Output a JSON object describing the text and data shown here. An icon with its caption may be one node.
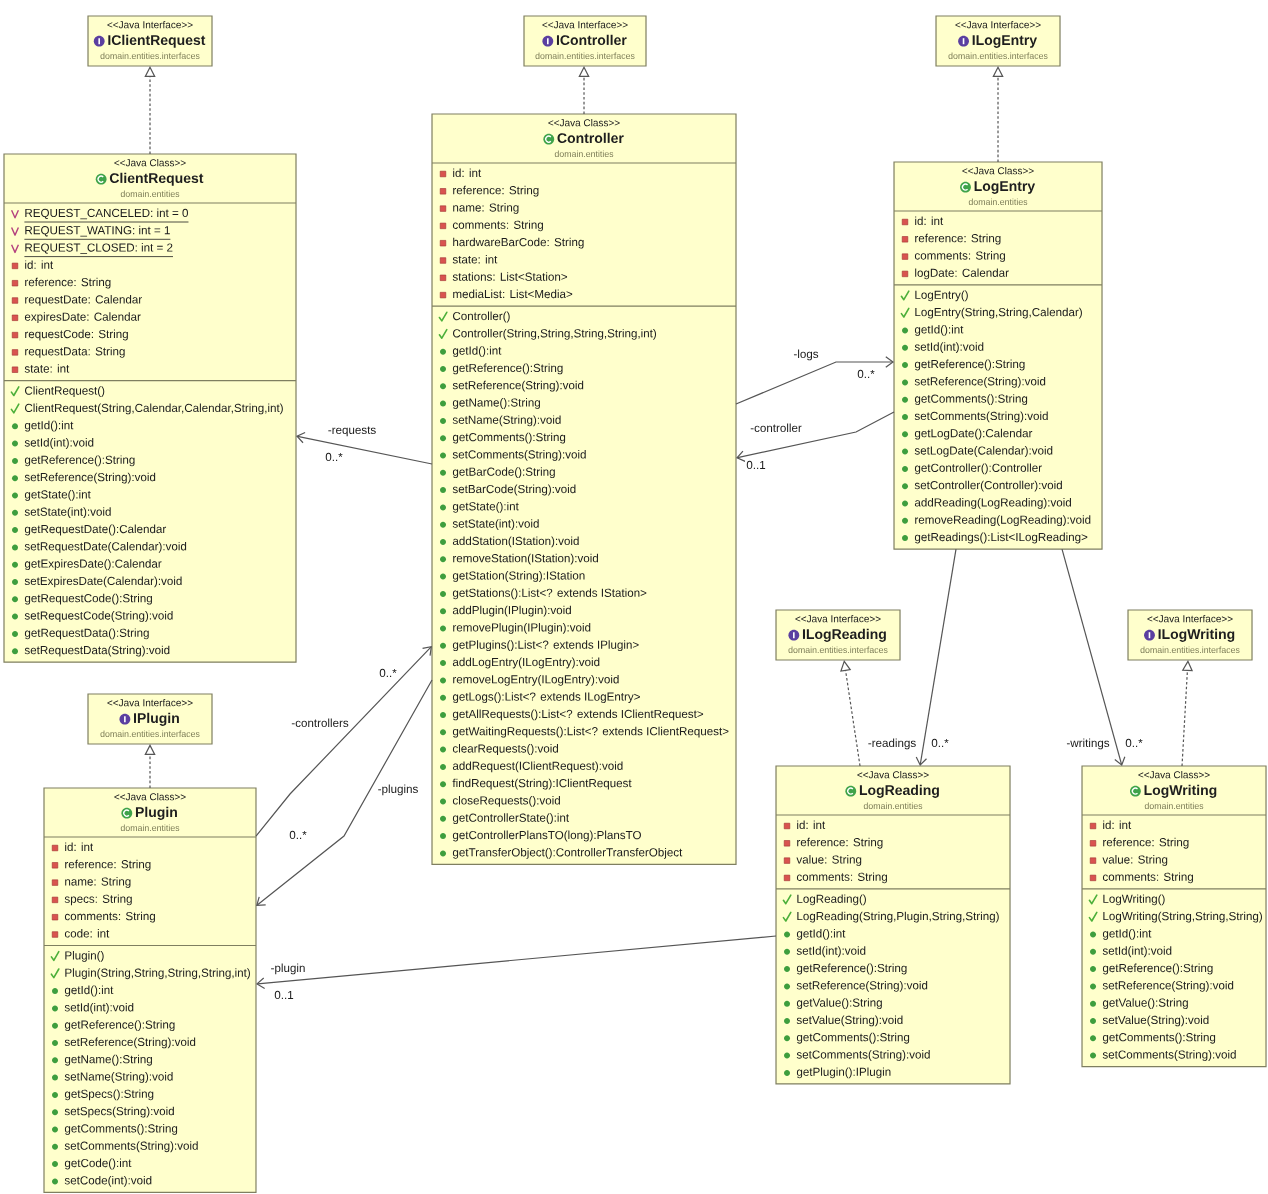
{
  "diagram": {
    "nodes": [
      {
        "text": [
          "<<Java Interface>>",
          "IClientRequest",
          "domain.entities.interfaces"
        ]
      },
      {
        "text": [
          "<<Java Class>>",
          "ClientRequest",
          "domain.entities",
          "REQUEST_CANCELED: int = 0",
          "REQUEST_WATING: int = 1",
          "REQUEST_CLOSED: int = 2",
          "id: int",
          "reference: String",
          "requestDate: Calendar",
          "expiresDate: Calendar",
          "requestCode: String",
          "requestData: String",
          "state: int",
          "ClientRequest()",
          "ClientRequest(String,Calendar,Calendar,String,int)",
          "getId():int",
          "setId(int):void",
          "getReference():String",
          "setReference(String):void",
          "getState():int",
          "setState(int):void",
          "getRequestDate():Calendar",
          "setRequestDate(Calendar):void",
          "getExpiresDate():Calendar",
          "setExpiresDate(Calendar):void",
          "getRequestCode():String",
          "setRequestCode(String):void",
          "getRequestData():String",
          "setRequestData(String):void"
        ]
      },
      {
        "text": [
          "<<Java Interface>>",
          "IController",
          "domain.entities.interfaces"
        ]
      },
      {
        "text": [
          "<<Java Class>>",
          "Controller",
          "domain.entities",
          "id: int",
          "reference: String",
          "name: String",
          "comments: String",
          "hardwareBarCode: String",
          "state: int",
          "stations: List<Station>",
          "mediaList: List<Media>",
          "Controller()",
          "Controller(String,String,String,String,int)",
          "getId():int",
          "getReference():String",
          "setReference(String):void",
          "getName():String",
          "setName(String):void",
          "getComments():String",
          "setComments(String):void",
          "getBarCode():String",
          "setBarCode(String):void",
          "getState():int",
          "setState(int):void",
          "addStation(IStation):void",
          "removeStation(IStation):void",
          "getStation(String):IStation",
          "getStations():List<? extends IStation>",
          "addPlugin(IPlugin):void",
          "removePlugin(IPlugin):void",
          "getPlugins():List<? extends IPlugin>",
          "addLogEntry(ILogEntry):void",
          "removeLogEntry(ILogEntry):void",
          "getLogs():List<? extends ILogEntry>",
          "getAllRequests():List<? extends IClientRequest>",
          "getWaitingRequests():List<? extends IClientRequest>",
          "clearRequests():void",
          "addRequest(IClientRequest):void",
          "findRequest(String):IClientRequest",
          "closeRequests():void",
          "getControllerState():int",
          "getControllerPlansTO(long):PlansTO",
          "getTransferObject():ControllerTransferObject"
        ]
      },
      {
        "text": [
          "<<Java Interface>>",
          "ILogEntry",
          "domain.entities.interfaces"
        ]
      },
      {
        "text": [
          "<<Java Class>>",
          "LogEntry",
          "domain.entities",
          "id: int",
          "reference: String",
          "comments: String",
          "logDate: Calendar",
          "LogEntry()",
          "LogEntry(String,String,Calendar)",
          "getId():int",
          "setId(int):void",
          "getReference():String",
          "setReference(String):void",
          "getComments():String",
          "setComments(String):void",
          "getLogDate():Calendar",
          "setLogDate(Calendar):void",
          "getController():Controller",
          "setController(Controller):void",
          "addReading(LogReading):void",
          "removeReading(LogReading):void",
          "getReadings():List<ILogReading>"
        ]
      },
      {
        "text": [
          "<<Java Interface>>",
          "IPlugin",
          "domain.entities.interfaces"
        ]
      },
      {
        "text": [
          "<<Java Class>>",
          "Plugin",
          "domain.entities",
          "id: int",
          "reference: String",
          "name: String",
          "specs: String",
          "comments: String",
          "code: int",
          "Plugin()",
          "Plugin(String,String,String,String,int)",
          "getId():int",
          "setId(int):void",
          "getReference():String",
          "setReference(String):void",
          "getName():String",
          "setName(String):void",
          "getSpecs():String",
          "setSpecs(String):void",
          "getComments():String",
          "setComments(String):void",
          "getCode():int",
          "setCode(int):void"
        ]
      },
      {
        "text": [
          "<<Java Interface>>",
          "ILogReading",
          "domain.entities.interfaces"
        ]
      },
      {
        "text": [
          "<<Java Class>>",
          "LogReading",
          "domain.entities",
          "id: int",
          "reference: String",
          "value: String",
          "comments: String",
          "LogReading()",
          "LogReading(String,Plugin,String,String)",
          "getId():int",
          "setId(int):void",
          "getReference():String",
          "setReference(String):void",
          "getValue():String",
          "setValue(String):void",
          "getComments():String",
          "setComments(String):void",
          "getPlugin():IPlugin"
        ]
      },
      {
        "text": [
          "<<Java Interface>>",
          "ILogWriting",
          "domain.entities.interfaces"
        ]
      },
      {
        "text": [
          "<<Java Class>>",
          "LogWriting",
          "domain.entities",
          "id: int",
          "reference: String",
          "value: String",
          "comments: String",
          "LogWriting()",
          "LogWriting(String,String,String)",
          "getId():int",
          "setId(int):void",
          "getReference():String",
          "setReference(String):void",
          "getValue():String",
          "setValue(String):void",
          "getComments():String",
          "setComments(String):void"
        ]
      }
    ],
    "edges": [
      {
        "from": 1,
        "to": 0,
        "arrow": "to",
        "style": "dashed"
      },
      {
        "from": 3,
        "to": 2,
        "arrow": "to",
        "style": "dashed"
      },
      {
        "from": 5,
        "to": 4,
        "arrow": "to",
        "style": "dashed"
      },
      {
        "from": 7,
        "to": 6,
        "arrow": "to",
        "style": "dashed"
      },
      {
        "from": 9,
        "to": 8,
        "arrow": "to",
        "style": "dashed"
      },
      {
        "from": 11,
        "to": 10,
        "arrow": "to",
        "style": "dashed"
      },
      {
        "from": 3,
        "to": 1,
        "arrow": "to",
        "label": "-requests"
      },
      {
        "from": 3,
        "to": 5,
        "arrow": "to",
        "label": "-logs"
      },
      {
        "from": 5,
        "to": 3,
        "arrow": "to",
        "label": "-controller"
      },
      {
        "from": 7,
        "to": 3,
        "arrow": "to",
        "label": "-controllers"
      },
      {
        "from": 3,
        "to": 7,
        "arrow": "to",
        "label": "-plugins"
      },
      {
        "from": 5,
        "to": 9,
        "arrow": "to",
        "label": "-readings"
      },
      {
        "from": 5,
        "to": 11,
        "arrow": "to",
        "label": "-writings"
      },
      {
        "from": 9,
        "to": 7,
        "arrow": "to",
        "label": "-plugin"
      }
    ],
    "labels": [
      "0..*",
      "0..*",
      "0..1",
      "0..*",
      "0..*",
      "0..*",
      "0..*",
      "0..1"
    ]
  }
}
